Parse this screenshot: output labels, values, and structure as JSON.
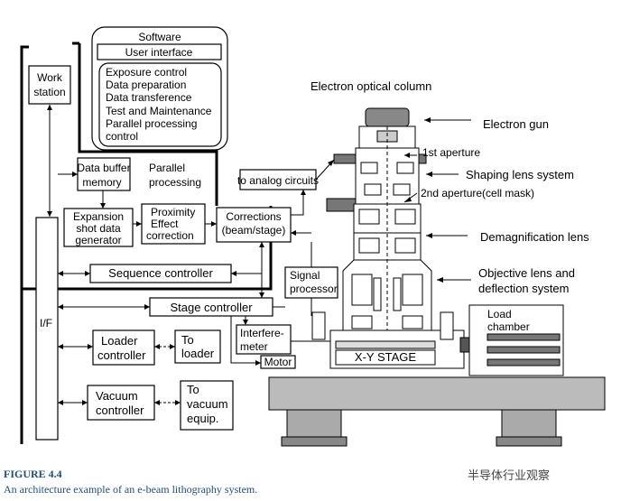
{
  "software": {
    "title": "Software",
    "user_interface": "User interface",
    "items": [
      "Exposure control",
      "Data preparation",
      "Data transference",
      "Test and Maintenance",
      "Parallel processing",
      "control"
    ]
  },
  "blocks": {
    "workstation": [
      "Work",
      "station"
    ],
    "data_buffer": [
      "Data buffer",
      "memory"
    ],
    "parallel": [
      "Parallel",
      "processing"
    ],
    "expansion": [
      "Expansion",
      "shot data",
      "generator"
    ],
    "proximity": [
      "Proximity",
      "Effect",
      "correction"
    ],
    "corrections": [
      "Corrections",
      "(beam/stage)"
    ],
    "analog": "to analog circuits",
    "sequence": "Sequence controller",
    "stage_ctrl": "Stage controller",
    "if": "I/F",
    "loader_ctrl": [
      "Loader",
      "controller"
    ],
    "to_loader": [
      "To",
      "loader"
    ],
    "vacuum_ctrl": [
      "Vacuum",
      "controller"
    ],
    "to_vacuum": [
      "To",
      "vacuum",
      "equip."
    ],
    "signal": [
      "Signal",
      "processor"
    ],
    "interferometer": [
      "Interfere-",
      "meter"
    ],
    "motor": "Motor",
    "xy_stage": "X-Y STAGE",
    "load_chamber": [
      "Load",
      "chamber"
    ]
  },
  "column_labels": {
    "title": "Electron optical column",
    "gun": "Electron gun",
    "aperture1": "1st aperture",
    "shaping": "Shaping lens system",
    "aperture2": "2nd aperture(cell mask)",
    "demag": "Demagnification lens",
    "objective": [
      "Objective lens and",
      "deflection system"
    ]
  },
  "caption": {
    "figure": "FIGURE 4.4",
    "text": "An architecture example of an e-beam lithography system."
  },
  "watermark": "半导体行业观察"
}
